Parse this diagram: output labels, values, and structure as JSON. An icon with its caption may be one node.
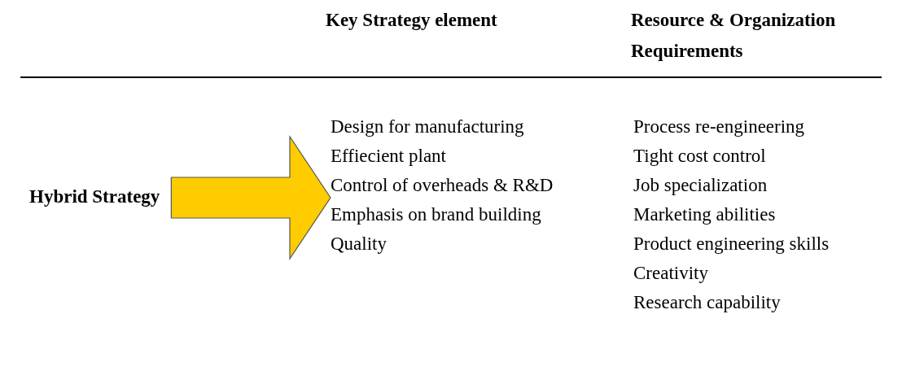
{
  "diagram": {
    "nodes": [
      {
        "text": [
          "Hybrid Strategy"
        ]
      },
      {
        "text": [
          "Design for manufacturing",
          "Effiecient plant",
          "Control of overheads & R&D",
          "Emphasis on brand building",
          "Quality"
        ]
      }
    ],
    "edges": [
      {
        "from": 0,
        "to": 1,
        "arrow": "to",
        "style": "thick",
        "color": "#ffcc00"
      }
    ],
    "labels": [
      "Key Strategy element",
      "Resource & Organization Requirements",
      "Process re-engineering",
      "Tight cost control",
      "Job specialization",
      "Marketing abilities",
      "Product engineering skills",
      "Creativity",
      "Research capability"
    ]
  }
}
